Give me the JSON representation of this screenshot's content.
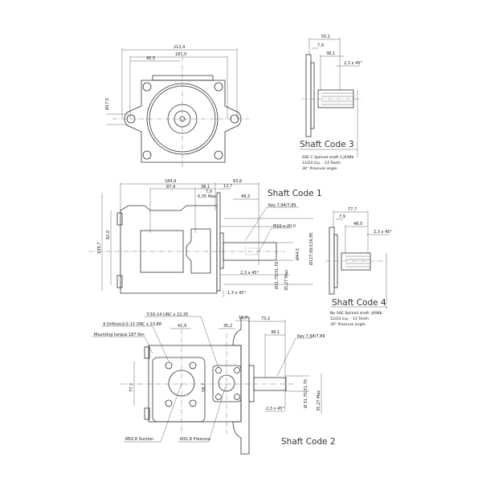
{
  "front_view": {
    "dim_overall": "212,4",
    "dim_bolt": "181,0",
    "dim_half": "90,5",
    "dim_hole": "Ø17,5"
  },
  "shaft_code_3": {
    "title": "Shaft Code 3",
    "dim_length": "55,1",
    "dim_step": "7,9",
    "dim_spline": "38,1",
    "chamfer": "2,3 x 45°",
    "notes": [
      "SAE C Splined shaft 1-J498b",
      "12/24 d.p. - 14 Teeth",
      "30° Pressure angle"
    ]
  },
  "shaft_code_1": {
    "title": "Shaft Code 1",
    "dim_body": "184,9",
    "dim_shaft": "83,6",
    "dim_a": "87,4",
    "dim_b": "38,1",
    "dim_c": "7,0",
    "dim_d": "6,35 Max",
    "dim_e": "12,7",
    "dim_f": "49,3",
    "key": "Key 7,94/7,89",
    "thread": "M10 x 20,0",
    "dia_a": "Ø44,5",
    "dia_pilot": "Ø127,00/126,95",
    "dia_shaft": "Ø31,75/31,70",
    "max": "35,27 Max",
    "chamfer": "2,3 x 45°",
    "chamfer2": "1,3 x 45°",
    "height_a": "82,6",
    "height_b": "139,7"
  },
  "shaft_code_4": {
    "title": "Shaft Code 4",
    "dim_length": "77,7",
    "dim_step": "7,9",
    "dim_spline": "48,0",
    "chamfer": "2,3 x 45°",
    "notes": [
      "No SAE Splined shaft -J498b",
      "12/24 d.p. - 14 Teeth",
      "30° Pressure angle"
    ]
  },
  "shaft_code_2": {
    "title": "Shaft Code 2",
    "thread_pressure": "7/16-14 UNC x 22,35",
    "thread_suction": "4 Orifices1/2-13 UNC x 23,88",
    "torque": "Mounting torque 187 Nm",
    "dim_suction": "42,9",
    "dim_pressure": "30,2",
    "dim_flange": "15,7",
    "dim_shaft": "73,2",
    "dim_key": "38,1",
    "key": "Key 7,94/7,89",
    "height_suction": "77,7",
    "height_pressure": "58,7",
    "dia_shaft": "Ø 31,75/31,70",
    "max": "35,27 Max",
    "chamfer": "2,3 x 45°",
    "suction": "Ø50,8 Suction",
    "pressure": "Ø31,8 Pressure"
  }
}
